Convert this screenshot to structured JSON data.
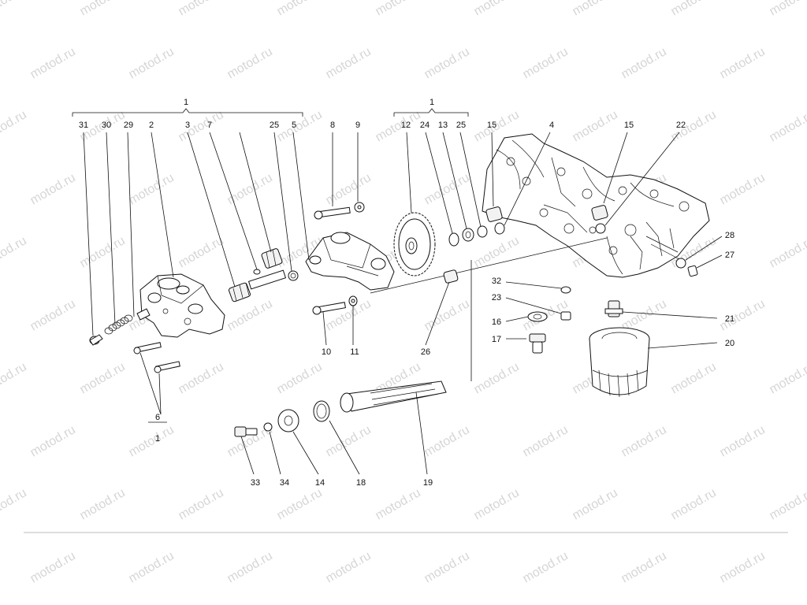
{
  "watermark": "motod.ru",
  "group_labels": {
    "oil_pump_group": "1",
    "drive_group": "1",
    "fraction_top": "6",
    "fraction_bottom": "1"
  },
  "callouts": [
    "31",
    "30",
    "29",
    "2",
    "3",
    "7",
    "25",
    "5",
    "8",
    "9",
    "12",
    "24",
    "13",
    "25",
    "15",
    "4",
    "15",
    "22",
    "28",
    "27",
    "32",
    "23",
    "16",
    "17",
    "21",
    "20",
    "10",
    "11",
    "26",
    "33",
    "34",
    "14",
    "18",
    "19"
  ]
}
